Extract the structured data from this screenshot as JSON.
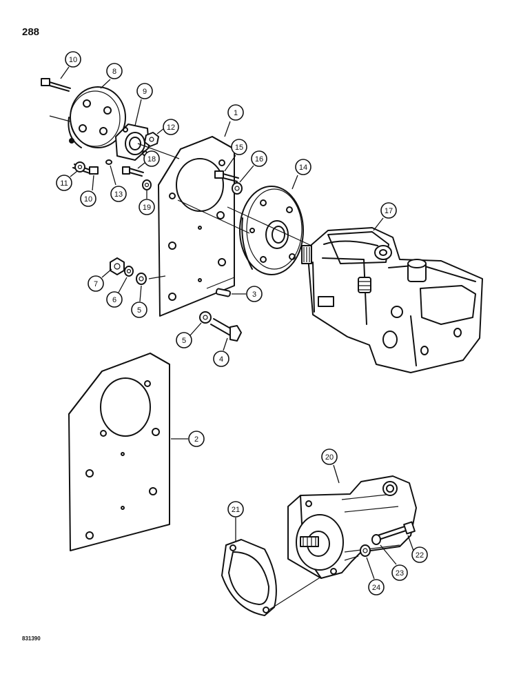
{
  "page_number": "288",
  "drawing_id": "831390",
  "callouts": [
    {
      "label": "1"
    },
    {
      "label": "2"
    },
    {
      "label": "3"
    },
    {
      "label": "4"
    },
    {
      "label": "5"
    },
    {
      "label": "5"
    },
    {
      "label": "6"
    },
    {
      "label": "7"
    },
    {
      "label": "8"
    },
    {
      "label": "9"
    },
    {
      "label": "10"
    },
    {
      "label": "10"
    },
    {
      "label": "11"
    },
    {
      "label": "12"
    },
    {
      "label": "13"
    },
    {
      "label": "14"
    },
    {
      "label": "15"
    },
    {
      "label": "16"
    },
    {
      "label": "17"
    },
    {
      "label": "18"
    },
    {
      "label": "19"
    },
    {
      "label": "20"
    },
    {
      "label": "21"
    },
    {
      "label": "22"
    },
    {
      "label": "23"
    },
    {
      "label": "24"
    }
  ]
}
